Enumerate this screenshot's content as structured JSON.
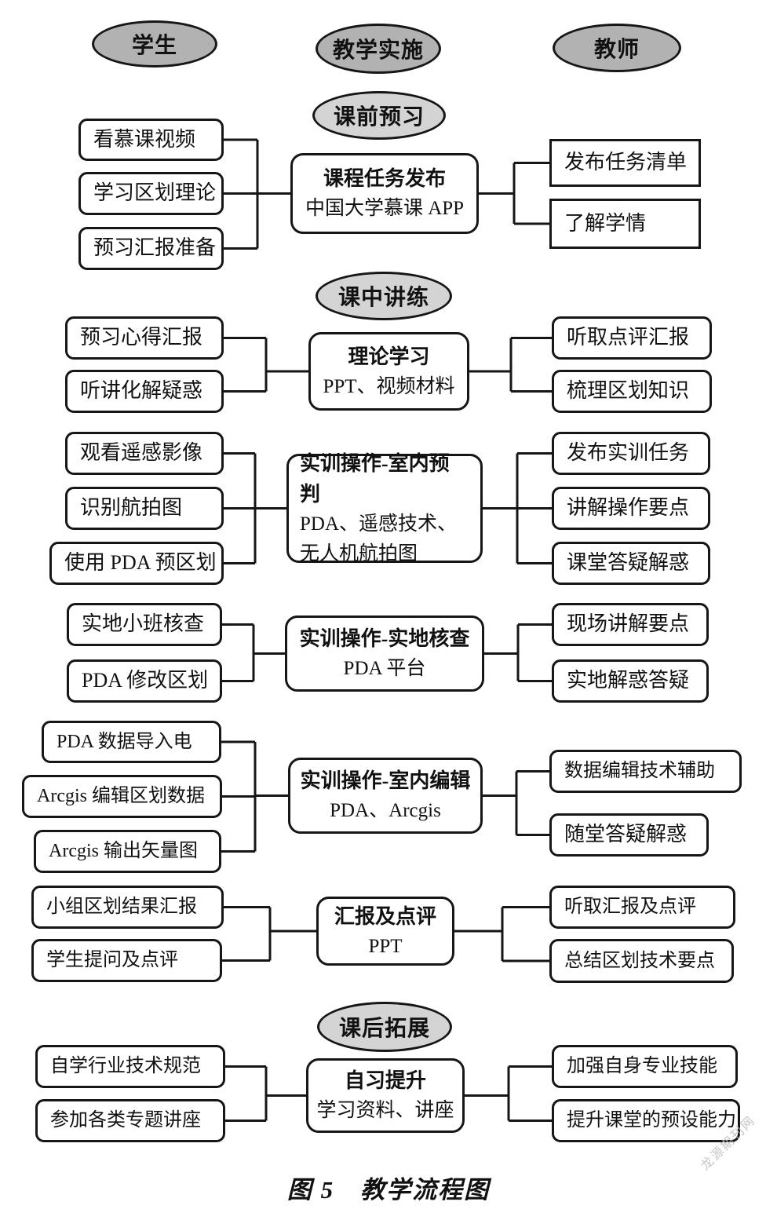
{
  "columns": [
    {
      "label": "学生"
    },
    {
      "label": "教学实施"
    },
    {
      "label": "教师"
    }
  ],
  "stages": [
    {
      "label": "课前预习"
    },
    {
      "label": "课中讲练"
    },
    {
      "label": "课后拓展"
    }
  ],
  "groups": [
    {
      "left": [
        "看慕课视频",
        "学习区划理论",
        "预习汇报准备"
      ],
      "center": {
        "title": "课程任务发布",
        "sub": "中国大学慕课 APP"
      },
      "right": [
        "发布任务清单",
        "了解学情"
      ]
    },
    {
      "left": [
        "预习心得汇报",
        "听讲化解疑惑"
      ],
      "center": {
        "title": "理论学习",
        "sub": "PPT、视频材料"
      },
      "right": [
        "听取点评汇报",
        "梳理区划知识"
      ]
    },
    {
      "left": [
        "观看遥感影像",
        "识别航拍图",
        "使用 PDA 预区划"
      ],
      "center": {
        "title": "实训操作-室内预判",
        "sub": "PDA、遥感技术、无人机航拍图"
      },
      "right": [
        "发布实训任务",
        "讲解操作要点",
        "课堂答疑解惑"
      ]
    },
    {
      "left": [
        "实地小班核查",
        "PDA 修改区划"
      ],
      "center": {
        "title": "实训操作-实地核查",
        "sub": "PDA 平台"
      },
      "right": [
        "现场讲解要点",
        "实地解惑答疑"
      ]
    },
    {
      "left": [
        "PDA 数据导入电",
        "Arcgis 编辑区划数据",
        "Arcgis 输出矢量图"
      ],
      "center": {
        "title": "实训操作-室内编辑",
        "sub": "PDA、Arcgis"
      },
      "right": [
        "数据编辑技术辅助",
        "随堂答疑解惑"
      ]
    },
    {
      "left": [
        "小组区划结果汇报",
        "学生提问及点评"
      ],
      "center": {
        "title": "汇报及点评",
        "sub": "PPT"
      },
      "right": [
        "听取汇报及点评",
        "总结区划技术要点"
      ]
    },
    {
      "left": [
        "自学行业技术规范",
        "参加各类专题讲座"
      ],
      "center": {
        "title": "自习提升",
        "sub": "学习资料、讲座"
      },
      "right": [
        "加强自身专业技能",
        "提升课堂的预设能力"
      ]
    }
  ],
  "caption": "图 5　教学流程图",
  "watermark": "龙源期刊网",
  "colors": {
    "header_fill": "#b2b2b2",
    "stage_fill": "#d4d4d4",
    "line": "#161616"
  }
}
